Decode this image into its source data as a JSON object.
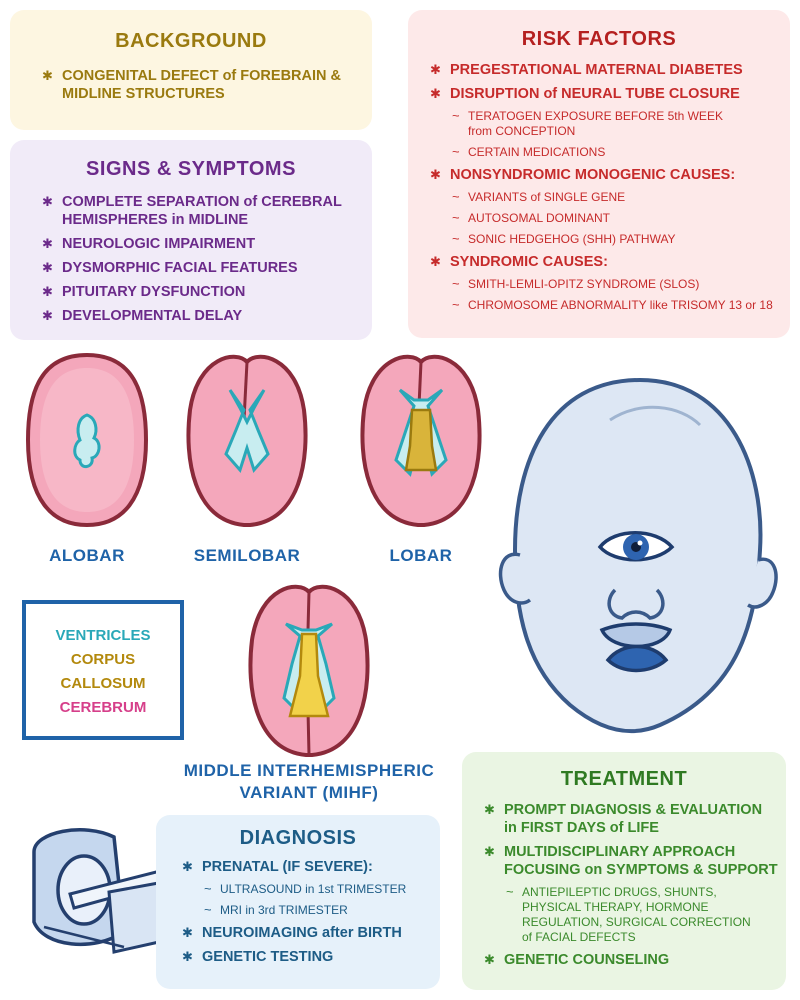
{
  "background": {
    "title": "BACKGROUND",
    "items": [
      "CONGENITAL DEFECT of FOREBRAIN & MIDLINE STRUCTURES"
    ]
  },
  "signs": {
    "title": "SIGNS & SYMPTOMS",
    "items": [
      "COMPLETE SEPARATION of CEREBRAL HEMISPHERES in MIDLINE",
      "NEUROLOGIC IMPAIRMENT",
      "DYSMORPHIC FACIAL FEATURES",
      "PITUITARY DYSFUNCTION",
      "DEVELOPMENTAL DELAY"
    ]
  },
  "risk": {
    "title": "RISK FACTORS",
    "groups": [
      {
        "label": "PREGESTATIONAL MATERNAL DIABETES",
        "subs": []
      },
      {
        "label": "DISRUPTION of NEURAL TUBE CLOSURE",
        "subs": [
          "TERATOGEN EXPOSURE BEFORE 5th WEEK from CONCEPTION",
          "CERTAIN MEDICATIONS"
        ]
      },
      {
        "label": "NONSYNDROMIC MONOGENIC CAUSES:",
        "subs": [
          "VARIANTS of SINGLE GENE",
          "AUTOSOMAL DOMINANT",
          "SONIC HEDGEHOG (SHH) PATHWAY"
        ]
      },
      {
        "label": "SYNDROMIC CAUSES:",
        "subs": [
          "SMITH-LEMLI-OPITZ SYNDROME (SLOS)",
          "CHROMOSOME ABNORMALITY like TRISOMY 13 or 18"
        ]
      }
    ]
  },
  "brains": {
    "alobar": "ALOBAR",
    "semilobar": "SEMILOBAR",
    "lobar": "LOBAR",
    "mihf": "MIDDLE INTERHEMISPHERIC VARIANT (MIHF)"
  },
  "legend": {
    "ventricles": "VENTRICLES",
    "corpus": "CORPUS",
    "callosum": "CALLOSUM",
    "cerebrum": "CEREBRUM"
  },
  "diagnosis": {
    "title": "DIAGNOSIS",
    "groups": [
      {
        "label": "PRENATAL (IF SEVERE):",
        "subs": [
          "ULTRASOUND in 1st TRIMESTER",
          "MRI in 3rd TRIMESTER"
        ]
      },
      {
        "label": "NEUROIMAGING after BIRTH",
        "subs": []
      },
      {
        "label": "GENETIC TESTING",
        "subs": []
      }
    ]
  },
  "treatment": {
    "title": "TREATMENT",
    "groups": [
      {
        "label": "PROMPT DIAGNOSIS & EVALUATION in FIRST DAYS of LIFE",
        "subs": []
      },
      {
        "label": "MULTIDISCIPLINARY APPROACH FOCUSING on SYMPTOMS & SUPPORT",
        "subs": [
          "ANTIEPILEPTIC DRUGS, SHUNTS, PHYSICAL THERAPY, HORMONE REGULATION, SURGICAL CORRECTION of FACIAL DEFECTS"
        ]
      },
      {
        "label": "GENETIC COUNSELING",
        "subs": []
      }
    ]
  },
  "colors": {
    "background_panel": "#fdf6e1",
    "background_text": "#9a7a0f",
    "signs_panel": "#f1ebf8",
    "signs_text": "#6b2a8a",
    "risk_panel": "#fde9e9",
    "risk_text": "#c62b2b",
    "diagnosis_panel": "#e6f1fa",
    "diagnosis_text": "#1d5c86",
    "treatment_panel": "#eaf5e3",
    "treatment_text": "#3b8a2c",
    "ventricles": "#2aa8b8",
    "corpus_callosum": "#b3890d",
    "cerebrum": "#d63f8a"
  }
}
